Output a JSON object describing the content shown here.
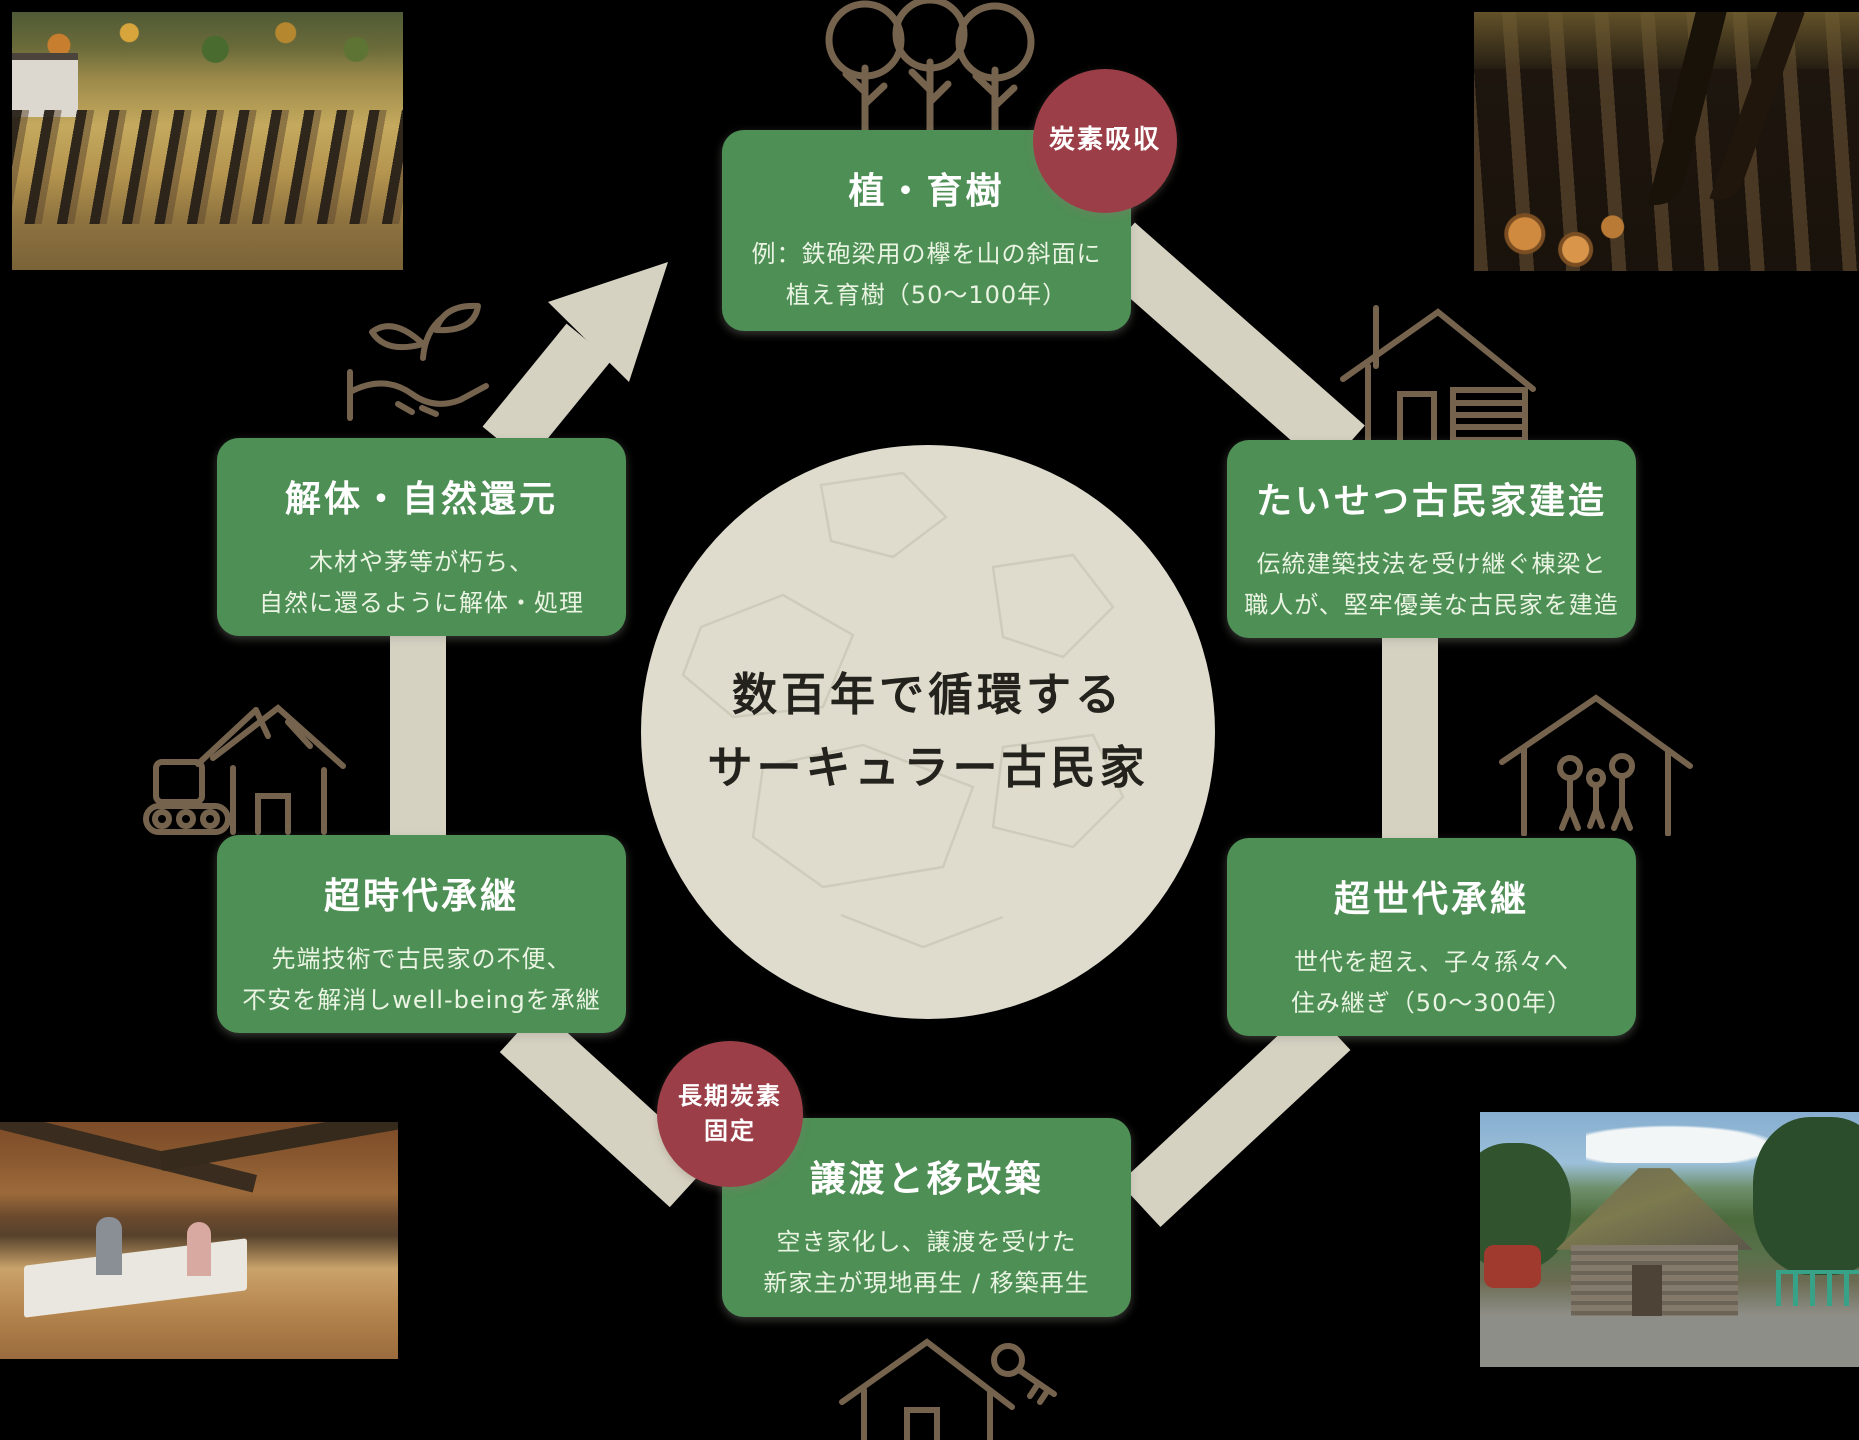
{
  "center": {
    "title_line1": "数百年で循環する",
    "title_line2": "サーキュラー古民家"
  },
  "badges": {
    "carbon_absorption": "炭素吸収",
    "long_term_carbon_line1": "長期炭素",
    "long_term_carbon_line2": "固定"
  },
  "stages": {
    "plant": {
      "title": "植・育樹",
      "line1": "例：鉄砲梁用の欅を山の斜面に",
      "line2": "植え育樹（50～100年）"
    },
    "build": {
      "title": "たいせつ古民家建造",
      "line1": "伝統建築技法を受け継ぐ棟梁と",
      "line2": "職人が、堅牢優美な古民家を建造"
    },
    "generation": {
      "title": "超世代承継",
      "line1": "世代を超え、子々孫々へ",
      "line2": "住み継ぎ（50～300年）"
    },
    "transfer": {
      "title": "譲渡と移改築",
      "line1": "空き家化し、譲渡を受けた",
      "line2": "新家主が現地再生 / 移築再生"
    },
    "era": {
      "title": "超時代承継",
      "line1": "先端技術で古民家の不便、",
      "line2": "不安を解消しwell-beingを承継"
    },
    "dismantle": {
      "title": "解体・自然還元",
      "line1": "木材や茅等が朽ち、",
      "line2": "自然に還るように解体・処理"
    }
  },
  "icons": {
    "top": "trees-icon",
    "right_top": "timber-frame-house-icon",
    "right_bottom": "family-house-icon",
    "bottom": "key-house-icon",
    "left_bottom": "excavator-demolition-icon",
    "left_top": "seedling-in-hands-icon"
  },
  "photos": [
    "timber-logs-photo",
    "bent-forest-photo",
    "renovated-interior-photo",
    "thatched-kominka-photo"
  ],
  "colors": {
    "background": "#000000",
    "card_green": "#4e8f55",
    "badge_red": "#9c3e47",
    "band_beige": "#d6d2c2",
    "circle_beige": "#dfdcce",
    "icon_brown": "#75634d"
  }
}
